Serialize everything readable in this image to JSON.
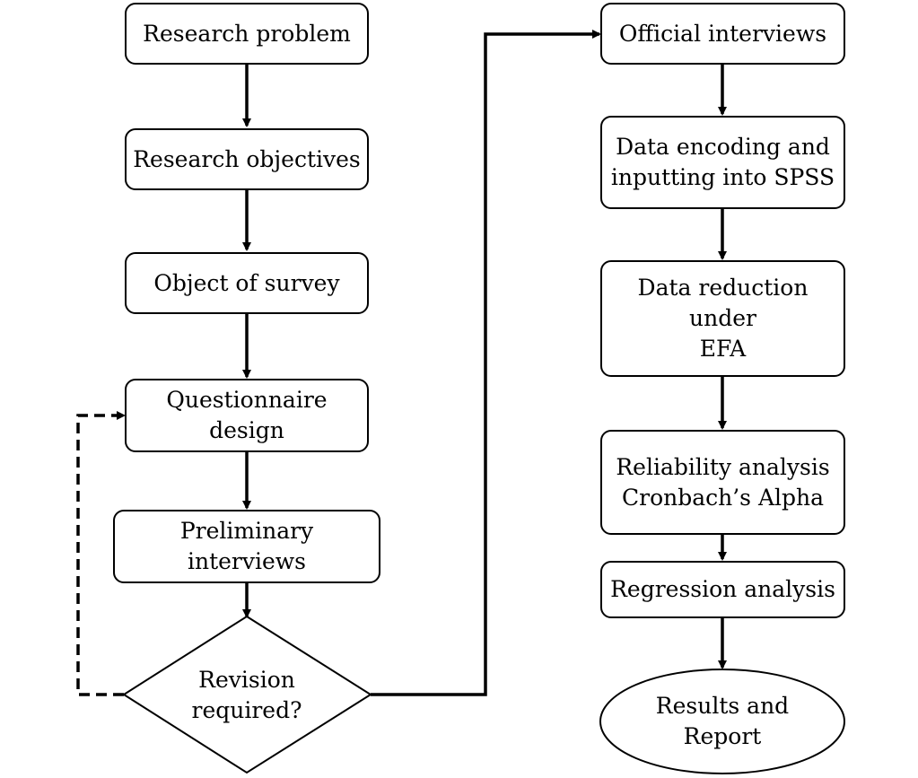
{
  "steps": {
    "research_problem": "Research problem",
    "research_objectives": "Research objectives",
    "object_of_survey": "Object of survey",
    "questionnaire_design": "Questionnaire design",
    "preliminary_interviews": "Preliminary interviews",
    "revision_required_line1": "Revision",
    "revision_required_line2": "required?",
    "official_interviews": "Official interviews",
    "data_encoding_line1": "Data encoding and",
    "data_encoding_line2": "inputting into SPSS",
    "data_reduction_line1": "Data reduction under",
    "data_reduction_line2": "EFA",
    "reliability_line1": "Reliability analysis",
    "reliability_line2": "Cronbach’s Alpha",
    "regression_analysis": "Regression analysis",
    "results_line1": "Results and",
    "results_line2": "Report"
  },
  "colors": {
    "stroke": "#000000",
    "fill": "#ffffff"
  }
}
